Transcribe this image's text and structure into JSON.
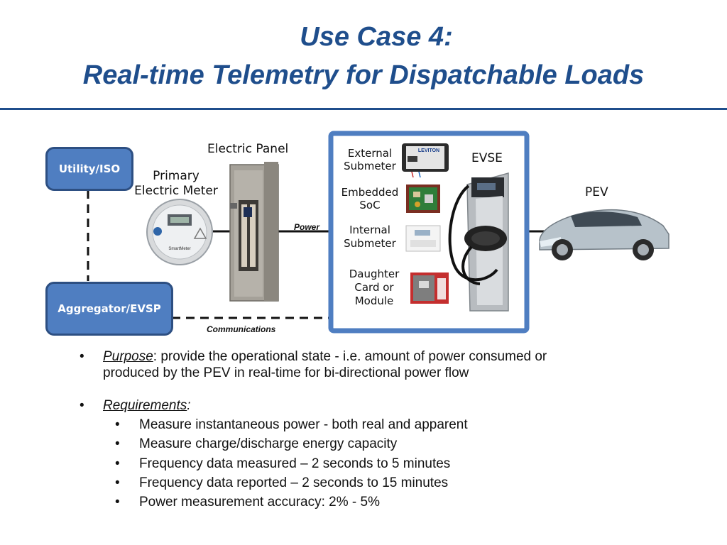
{
  "title": {
    "line1": "Use Case 4:",
    "line2": "Real-time Telemetry for Dispatchable Loads"
  },
  "diagram": {
    "utility_box": "Utility/ISO",
    "aggregator_box": "Aggregator/EVSP",
    "meter_label_1": "Primary",
    "meter_label_2": "Electric Meter",
    "panel_label": "Electric Panel",
    "power_label": "Power",
    "comm_label": "Communications",
    "evse_label": "EVSE",
    "pev_label": "PEV",
    "external_1": "External",
    "external_2": "Submeter",
    "embedded_1": "Embedded",
    "embedded_2": "SoC",
    "internal_1": "Internal",
    "internal_2": "Submeter",
    "daughter_1": "Daughter",
    "daughter_2": "Card or",
    "daughter_3": "Module",
    "meter_brand": "LEVITON",
    "smartmeter_text": "SmartMeter"
  },
  "bullets": {
    "purpose_label": "Purpose",
    "purpose_text_1": ": provide the operational state - i.e. amount of power consumed or",
    "purpose_text_2": "produced by the PEV in real-time for bi-directional power flow",
    "requirements_label": "Requirements",
    "requirements_colon": ":",
    "items": [
      "Measure instantaneous power - both real and apparent",
      "Measure charge/discharge energy capacity",
      "Frequency data measured – 2 seconds to 5 minutes",
      "Frequency data reported – 2 seconds to 15 minutes",
      "Power measurement accuracy: 2% - 5%"
    ]
  }
}
